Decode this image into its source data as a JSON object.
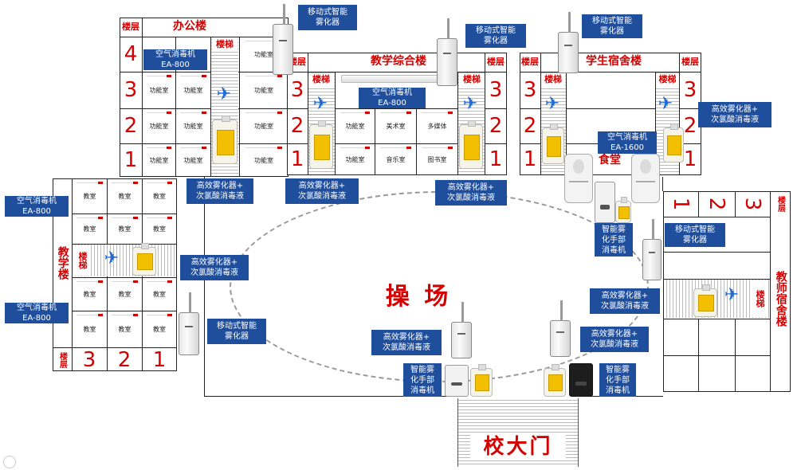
{
  "labels": {
    "office_building": "办公楼",
    "teaching_complex": "教学综合楼",
    "student_dorm": "学生宿舍楼",
    "teaching_building": "教学楼",
    "teacher_dorm": "教师宿舍楼",
    "canteen": "食堂",
    "playground": "操  场",
    "school_gate": "校大门",
    "floor": "楼层",
    "stairs": "楼梯"
  },
  "floors": {
    "f1": "1",
    "f2": "2",
    "f3": "3",
    "f4": "4"
  },
  "rooms": {
    "office": "功能室",
    "classroom": "教室",
    "music": "音乐室",
    "art": "美术室",
    "multimedia": "多媒体",
    "library": "图书室"
  },
  "devices": {
    "air_800": "空气消毒机\nEA-800",
    "air_1600": "空气消毒机\nEA-1600",
    "fogger": "高效雾化器+\n次氯酸消毒液",
    "mobile": "移动式智能\n雾化器",
    "hand": "智能雾\n化手部\n消毒机",
    "hand_sink": "智能雾\n化手部\n消毒机"
  }
}
